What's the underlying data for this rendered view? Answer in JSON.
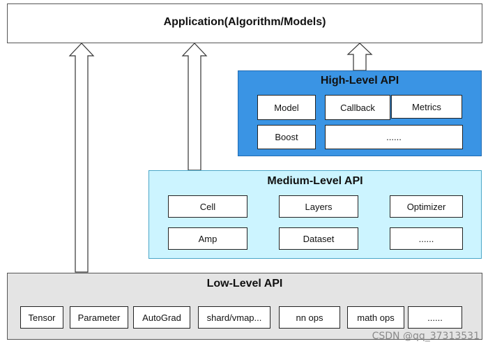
{
  "application": {
    "title": "Application(Algorithm/Models)"
  },
  "high_level": {
    "title": "High-Level API",
    "items": [
      "Model",
      "Callback",
      "Metrics",
      "Boost",
      "......"
    ]
  },
  "medium_level": {
    "title": "Medium-Level API",
    "items": [
      "Cell",
      "Layers",
      "Optimizer",
      "Amp",
      "Dataset",
      "......"
    ]
  },
  "low_level": {
    "title": "Low-Level API",
    "items": [
      "Tensor",
      "Parameter",
      "AutoGrad",
      "shard/vmap...",
      "nn ops",
      "math ops",
      "......"
    ]
  },
  "watermark": "CSDN @qq_37313531",
  "colors": {
    "high_fill": "#3a94e4",
    "medium_fill": "#ccf4ff",
    "low_fill": "#e4e4e4",
    "border": "#333333"
  }
}
